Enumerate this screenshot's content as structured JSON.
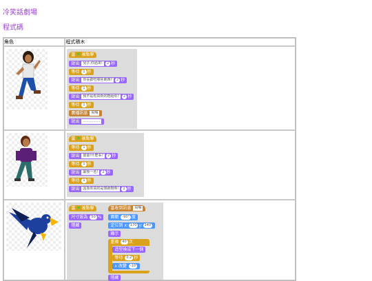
{
  "nav": {
    "title": "冷笑話劇場",
    "subtitle": "程式碼"
  },
  "table": {
    "col_role": "角色",
    "col_code": "程式積木"
  },
  "row1": {
    "when_flag": "當",
    "clicked": "被點擊",
    "say1": "說出",
    "say1_text": "兒子,你過來!",
    "say1_sec": "2",
    "sec": "秒",
    "wait": "等待",
    "wait1": "1",
    "say2": "你喜歡吃哪些東西?",
    "say3": "我不是有買新的鞋給你?",
    "wait2": "1",
    "wait3": "1",
    "broadcast": "廣播訊息",
    "broadcast_msg": "鳥鳴",
    "say_final": "說出",
    "say_final_text": "……………"
  },
  "row2": {
    "say_a": "爸爸!什麼事?",
    "say_b": "最後一名!",
    "say_c": "因為你買的是慢跑鞋啊!",
    "wait": "1"
  },
  "row3": {
    "size_label": "尺寸設為",
    "size_val": "50",
    "pct": "%",
    "hide": "隱藏",
    "when_recv": "當收到訊息",
    "recv_msg": "鳥鳴",
    "face": "面朝",
    "face_val": "-90°",
    "deg": "度",
    "goto": "定位到 x:",
    "gx": "170",
    "gy_lbl": "y:",
    "gy": "140",
    "show": "顯示",
    "repeat": "重複",
    "repeat_n": "40",
    "times": "次",
    "next_costume": "造型換成下一個",
    "wait": "等待",
    "wait_val": "0.2",
    "xchange": "x 改變",
    "xchange_val": "-10",
    "hide2": "隱藏"
  }
}
